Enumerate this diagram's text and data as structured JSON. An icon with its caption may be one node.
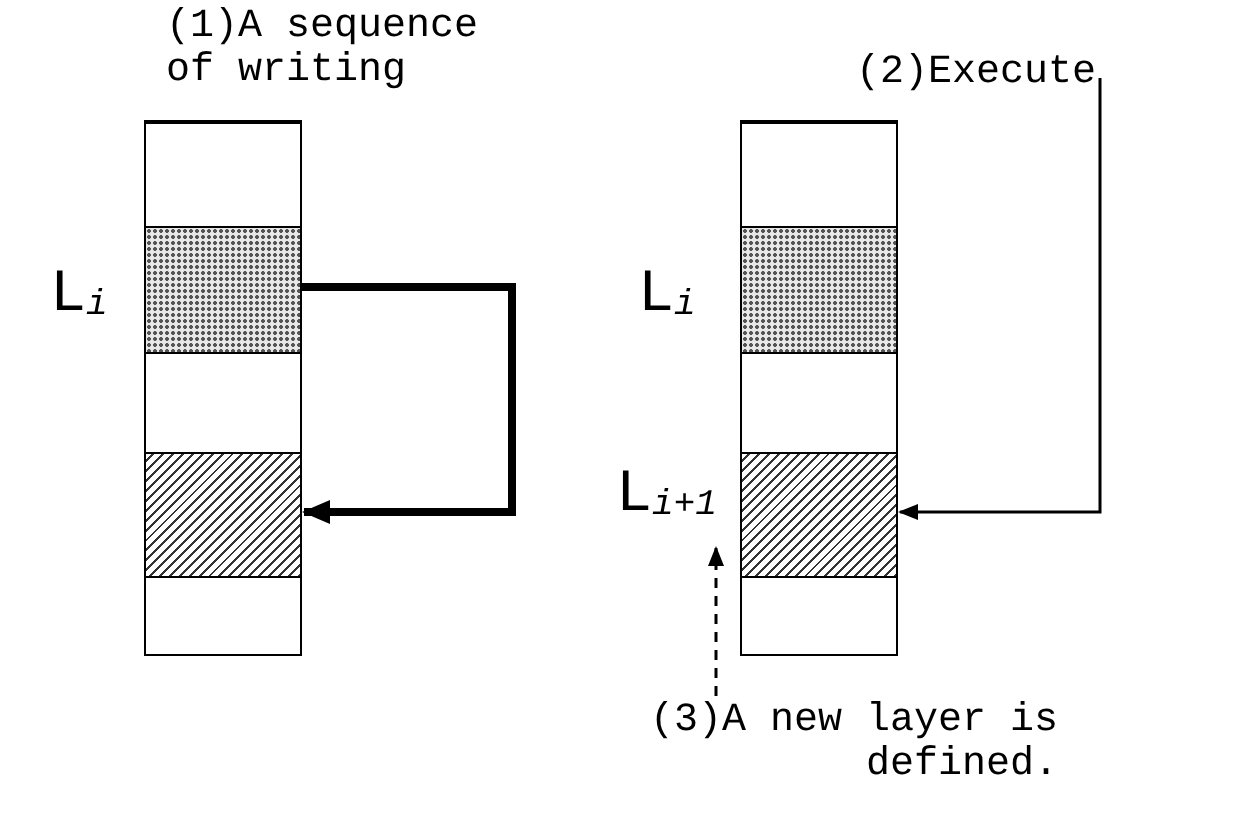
{
  "diagram": {
    "nodes": [
      {
        "text": [
          "(1)A sequence of writing"
        ]
      },
      {
        "text": [],
        "shape": "box",
        "in": 0
      },
      {
        "text": [],
        "shape": "box",
        "in": 0,
        "beside": [
          "L$_{i}$"
        ]
      },
      {
        "text": [],
        "shape": "box",
        "in": 0
      },
      {
        "text": [],
        "shape": "box",
        "in": 0
      },
      {
        "text": [],
        "shape": "box",
        "in": 0
      },
      {
        "text": [],
        "shape": "box"
      },
      {
        "text": [],
        "shape": "box",
        "in": 6
      },
      {
        "text": [],
        "shape": "box",
        "in": 6,
        "beside": [
          "L$_{i}$"
        ]
      },
      {
        "text": [],
        "shape": "box",
        "in": 6
      },
      {
        "text": [],
        "shape": "box",
        "in": 6
      },
      {
        "text": [],
        "shape": "box",
        "in": 6
      },
      {
        "text": [
          "L$_{i+1}$"
        ]
      },
      {
        "text": [
          "(2)Execute"
        ]
      },
      {
        "text": [
          "(3)A new layer is defined."
        ]
      }
    ],
    "edges": [
      {
        "from": 2,
        "to": 4,
        "arrow": "to",
        "style": "thick"
      },
      {
        "from": 13,
        "to": 10,
        "arrow": "to"
      },
      {
        "from": 14,
        "to": 12,
        "arrow": "to",
        "style": "dashed"
      }
    ]
  }
}
